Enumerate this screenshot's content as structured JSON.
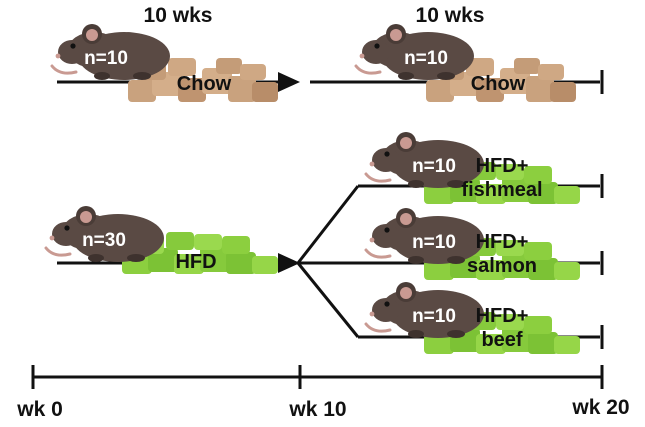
{
  "durations": {
    "first": "10 wks",
    "second": "10 wks"
  },
  "chow_phase1": {
    "count": "n=10",
    "diet": "Chow"
  },
  "chow_phase2": {
    "count": "n=10",
    "diet": "Chow"
  },
  "hfd_phase1": {
    "count": "n=30",
    "diet": "HFD"
  },
  "branches": [
    {
      "count": "n=10",
      "diet_line1": "HFD+",
      "diet_line2": "fishmeal"
    },
    {
      "count": "n=10",
      "diet_line1": "HFD+",
      "diet_line2": "salmon"
    },
    {
      "count": "n=10",
      "diet_line1": "HFD+",
      "diet_line2": "beef"
    }
  ],
  "timeline": {
    "start": "wk 0",
    "mid": "wk 10",
    "end": "wk 20"
  },
  "colors": {
    "chow_food": "#c9a27e",
    "chow_food_dark": "#a97f5c",
    "hfd_food": "#8ccf3f",
    "hfd_food_dark": "#5fa825",
    "mouse_body": "#5a4a44",
    "mouse_dark": "#3e322e",
    "mouse_ear": "#c99a92",
    "line": "#111111"
  }
}
